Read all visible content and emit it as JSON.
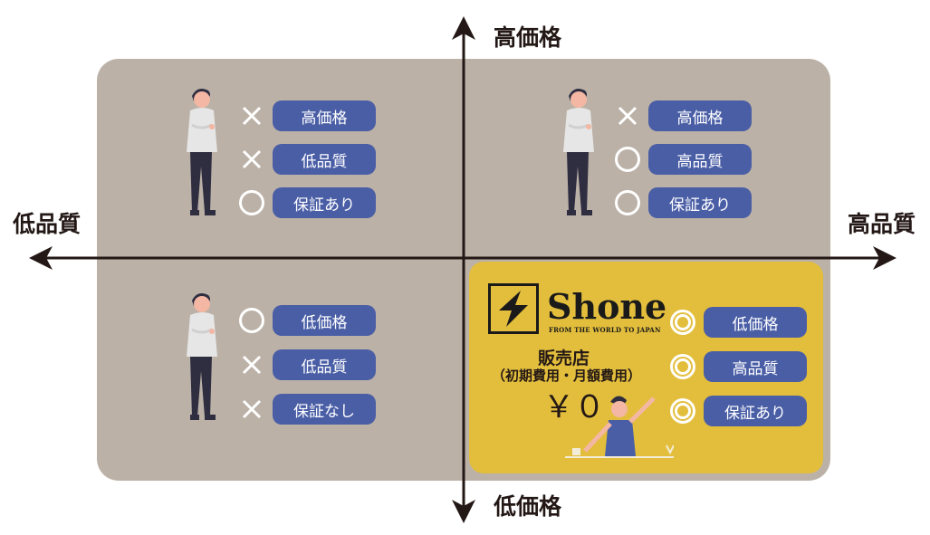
{
  "axes": {
    "top": "高価格",
    "bottom": "低価格",
    "left": "低品質",
    "right": "高品質"
  },
  "quadrants": {
    "top_left": {
      "rows": [
        {
          "mark": "cross",
          "label": "高価格"
        },
        {
          "mark": "cross",
          "label": "低品質"
        },
        {
          "mark": "circle",
          "label": "保証あり"
        }
      ]
    },
    "top_right": {
      "rows": [
        {
          "mark": "cross",
          "label": "高価格"
        },
        {
          "mark": "circle",
          "label": "高品質"
        },
        {
          "mark": "circle",
          "label": "保証あり"
        }
      ]
    },
    "bottom_left": {
      "rows": [
        {
          "mark": "circle",
          "label": "低価格"
        },
        {
          "mark": "cross",
          "label": "低品質"
        },
        {
          "mark": "cross",
          "label": "保証なし"
        }
      ]
    },
    "bottom_right": {
      "brand": "Shone",
      "tagline": "FROM THE WORLD TO JAPAN",
      "store_label": "販売店",
      "fee_label": "（初期費用・月額費用）",
      "price": "￥０",
      "rows": [
        {
          "mark": "double-circle",
          "label": "低価格"
        },
        {
          "mark": "double-circle",
          "label": "高品質"
        },
        {
          "mark": "double-circle",
          "label": "保証あり"
        }
      ]
    }
  },
  "colors": {
    "board": "#bbb1a7",
    "pill": "#4a5ea6",
    "highlight": "#e3be3c",
    "axis": "#231815"
  }
}
